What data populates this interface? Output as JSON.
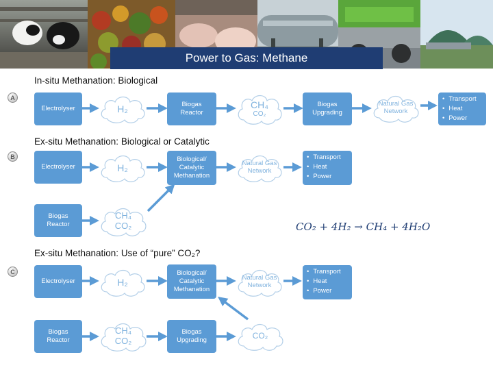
{
  "title": "Power to Gas: Methane",
  "photos": [
    {
      "name": "dairy-cows-photo",
      "color_top": "#8c8f84",
      "color_bottom": "#3b3a36"
    },
    {
      "name": "vegetable-waste-photo",
      "color_top": "#9b6a2c",
      "color_bottom": "#4b6b25"
    },
    {
      "name": "pigs-photo",
      "color_top": "#c9a092",
      "color_bottom": "#8f7568"
    },
    {
      "name": "biogas-tank-photo",
      "color_top": "#a8b4b8",
      "color_bottom": "#5f6b6e"
    },
    {
      "name": "farm-machinery-photo",
      "color_top": "#5aa63b",
      "color_bottom": "#7a7f82"
    },
    {
      "name": "digester-dome-photo",
      "color_top": "#c9dbe9",
      "color_bottom": "#3d6b52"
    }
  ],
  "sections": {
    "a": {
      "marker": "A",
      "title": "In-situ Methanation: Biological",
      "electrolyser": "Electrolyser",
      "h2": "H₂",
      "reactor": [
        "Biogas",
        "Reactor"
      ],
      "ch4": "CH₄",
      "co2": "CO₂",
      "upgrading": [
        "Biogas",
        "Upgrading"
      ],
      "network": [
        "Natural Gas",
        "Network"
      ],
      "uses": [
        "Transport",
        "Heat",
        "Power"
      ]
    },
    "b": {
      "marker": "B",
      "title": "Ex-situ Methanation: Biological or Catalytic",
      "electrolyser": "Electrolyser",
      "h2": "H₂",
      "methanation": [
        "Biological/",
        "Catalytic",
        "Methanation"
      ],
      "network": [
        "Natural Gas",
        "Network"
      ],
      "uses": [
        "Transport",
        "Heat",
        "Power"
      ],
      "reactor": [
        "Biogas",
        "Reactor"
      ],
      "ch4": "CH₄",
      "co2": "CO₂"
    },
    "c": {
      "marker": "C",
      "title": "Ex-situ Methanation: Use of “pure” CO₂?",
      "electrolyser": "Electrolyser",
      "h2": "H₂",
      "methanation": [
        "Biological/",
        "Catalytic",
        "Methanation"
      ],
      "network": [
        "Natural Gas",
        "Network"
      ],
      "uses": [
        "Transport",
        "Heat",
        "Power"
      ],
      "reactor": [
        "Biogas",
        "Reactor"
      ],
      "ch4": "CH₄",
      "co2_small": "CO₂",
      "upgrading": [
        "Biogas",
        "Upgrading"
      ],
      "co2": "CO₂"
    }
  },
  "equation": "CO₂ + 4H₂ → CH₄ + 4H₂O",
  "colors": {
    "box": "#5b9bd5",
    "arrow": "#5b9bd5",
    "cloud_text": "#7fb2de",
    "banner": "#1f3d73"
  }
}
